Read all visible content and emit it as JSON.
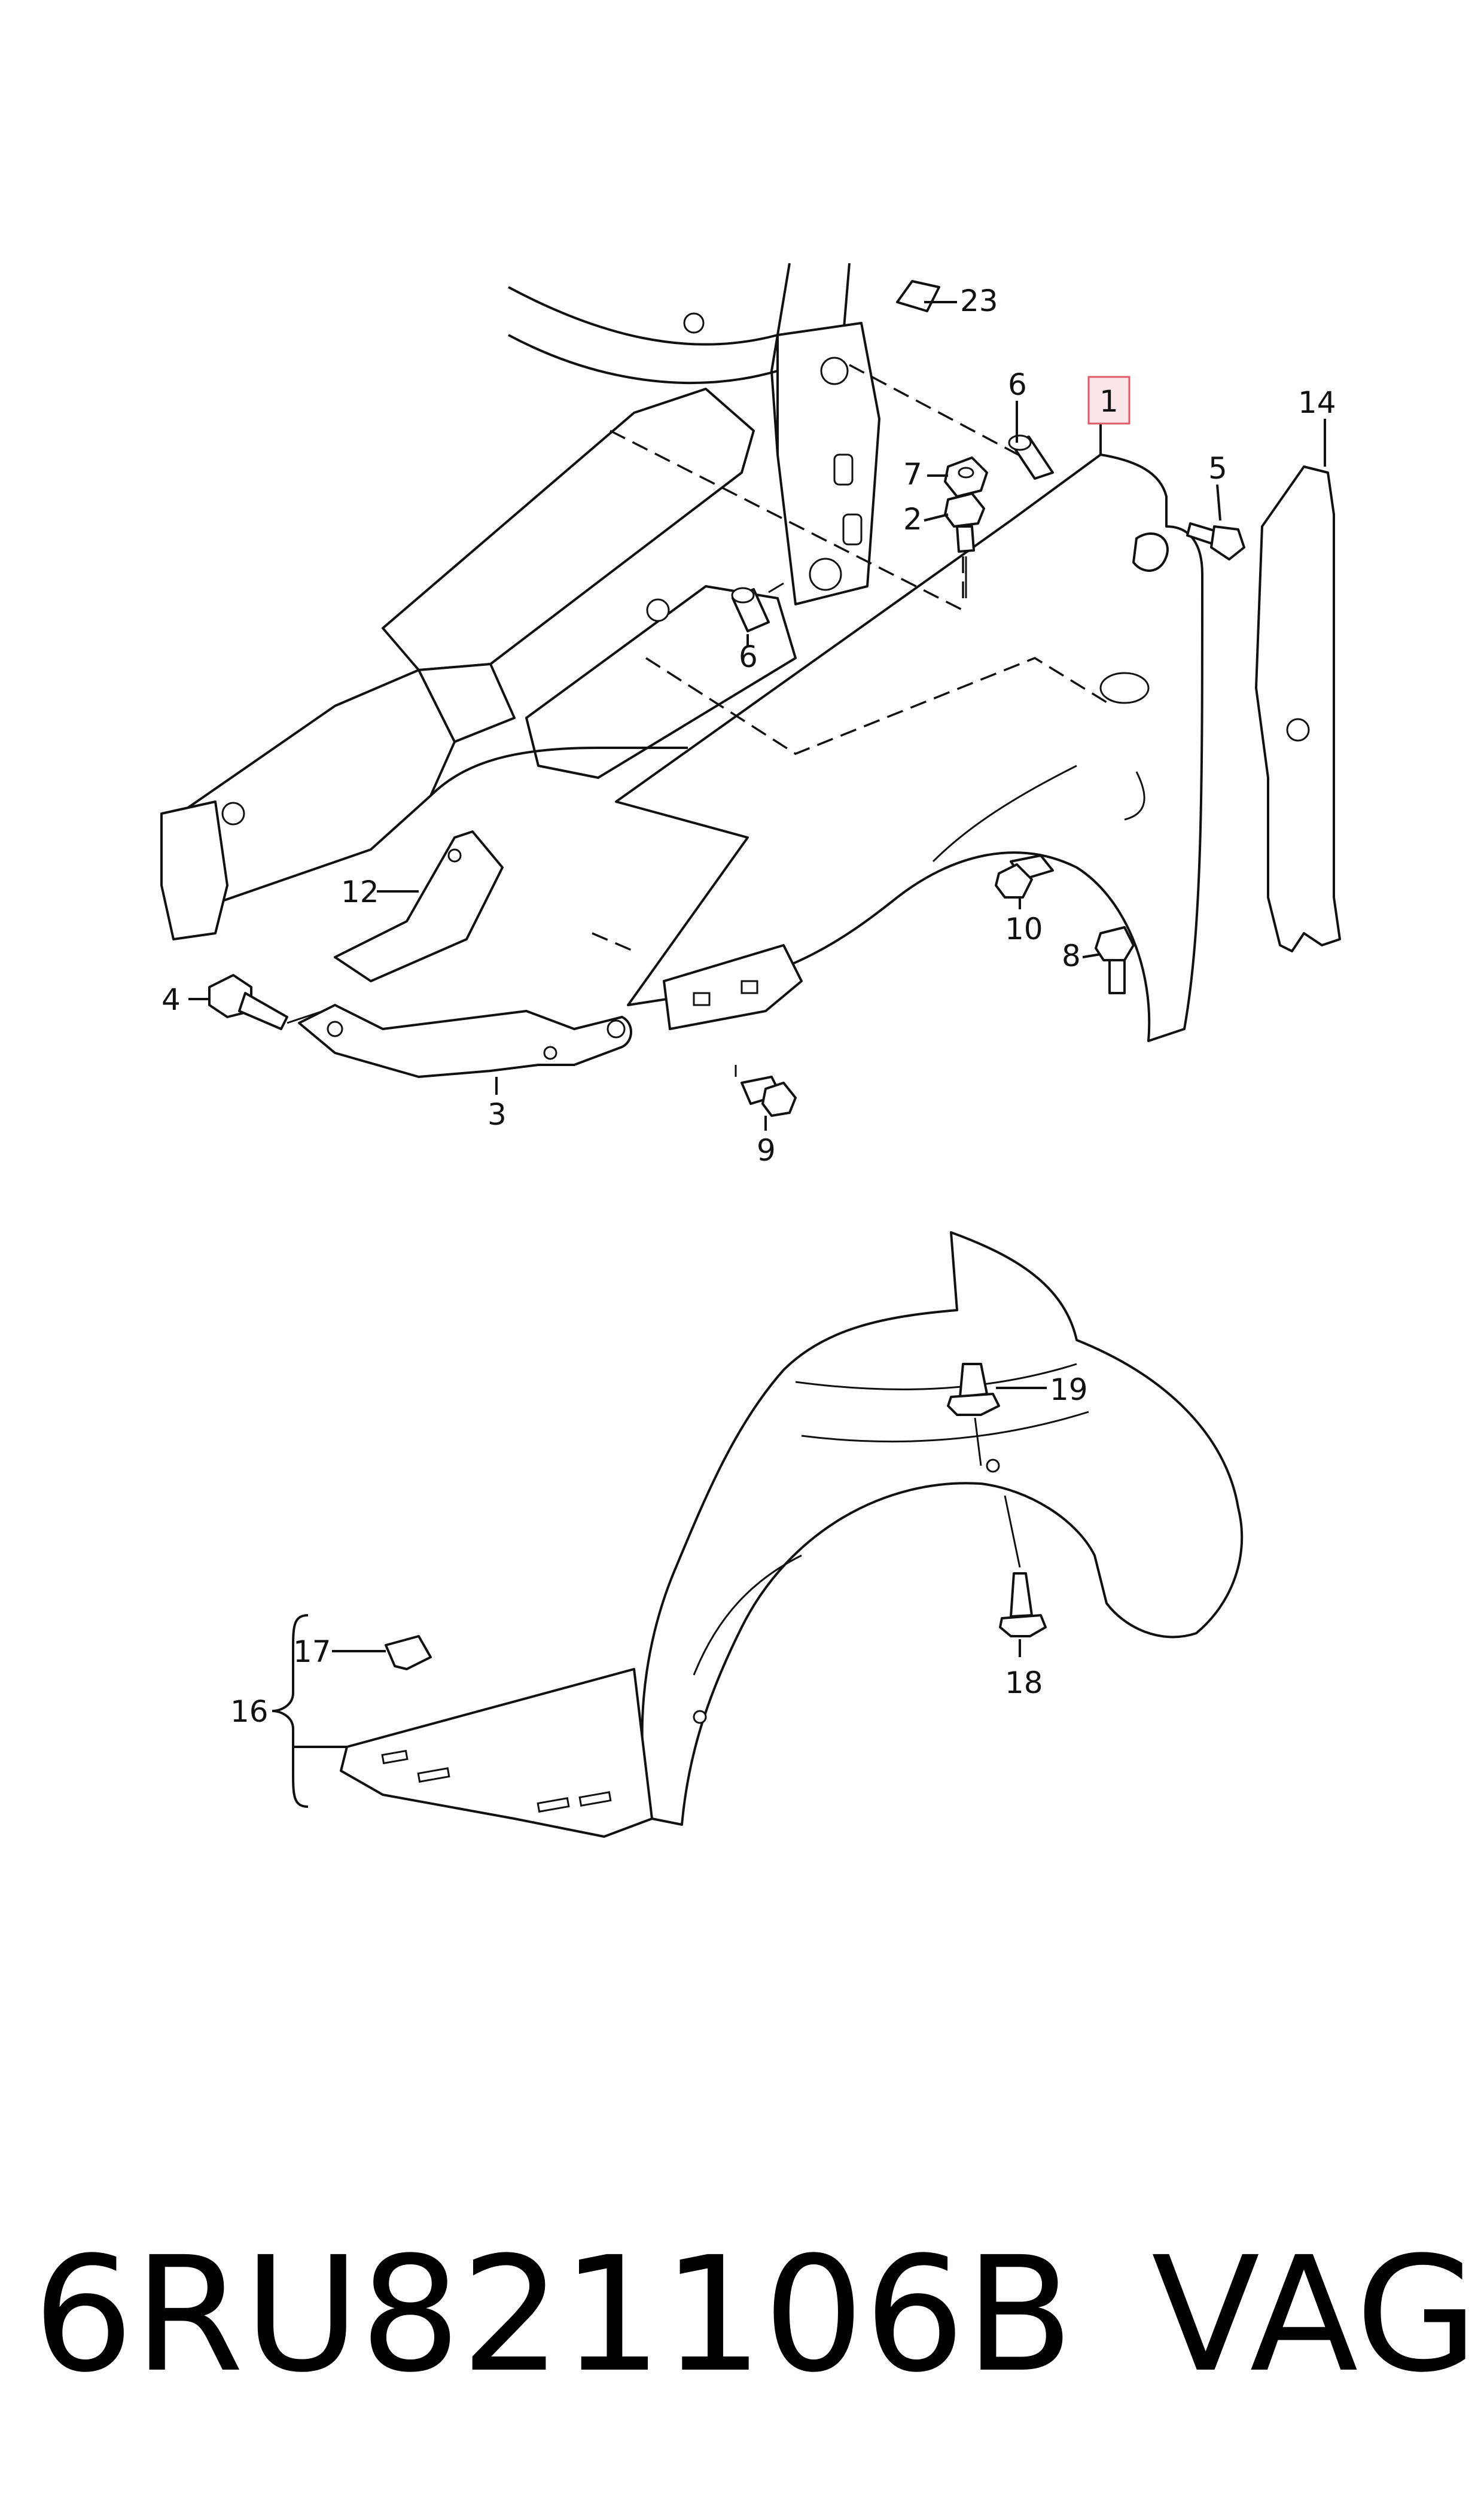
{
  "callouts": {
    "c1": "1",
    "c2": "2",
    "c3": "3",
    "c4": "4",
    "c5": "5",
    "c6a": "6",
    "c6b": "6",
    "c7": "7",
    "c8": "8",
    "c9": "9",
    "c10": "10",
    "c12": "12",
    "c14": "14",
    "c16": "16",
    "c17": "17",
    "c18": "18",
    "c19": "19",
    "c23": "23"
  },
  "highlight_color": "#e05a6a",
  "footer": {
    "part_number": "6RU821106B",
    "brand": "VAG"
  }
}
